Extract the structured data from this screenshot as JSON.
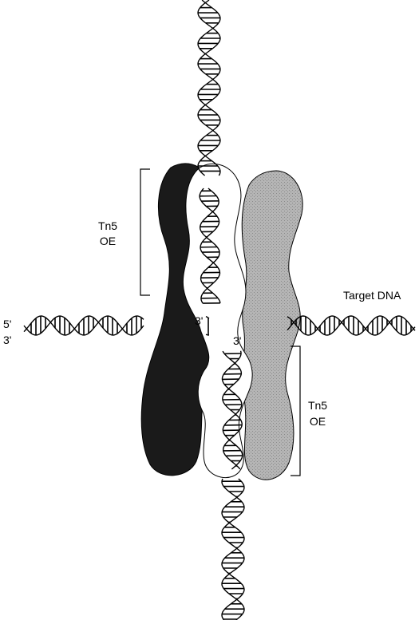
{
  "labels": {
    "oe_top": [
      "Tn5",
      "OE"
    ],
    "oe_bottom": [
      "Tn5",
      "OE"
    ],
    "target_dna": "Target DNA",
    "five_prime": "5'",
    "three_prime_left": "3'",
    "three_prime_center_left": "3'",
    "three_prime_center_right": "3'"
  },
  "colors": {
    "outline": "#000000",
    "dark_subunit": "#1a1a1a",
    "light_subunit": "#ffffff",
    "gray_subunit": "#b3b3b3",
    "background": "#ffffff"
  }
}
